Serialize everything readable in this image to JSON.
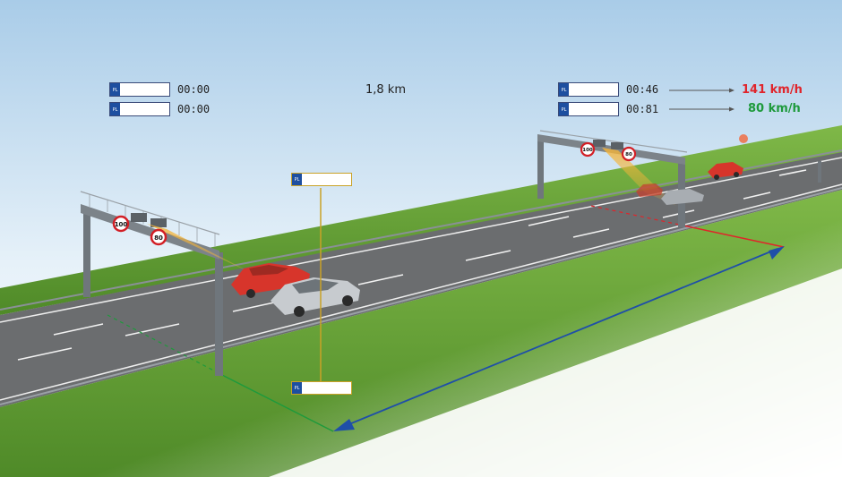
{
  "distance": "1,8 km",
  "plate_country": "PL",
  "left_times": [
    "00:00",
    "00:00"
  ],
  "right_times": [
    "00:46",
    "00:81"
  ],
  "speeds": [
    {
      "value": "141 km/h",
      "color": "#e0242a"
    },
    {
      "value": "80 km/h",
      "color": "#1e9a3c"
    }
  ],
  "signs": [
    "100",
    "80"
  ],
  "colors": {
    "sky_top": "#a9cce8",
    "road": "#6b6d6f",
    "grass": "#5f9a32",
    "arrow_blue": "#1f4fa8",
    "line_green": "#1e9a3c",
    "line_red": "#e0242a",
    "marker_gold": "#c9a227"
  }
}
